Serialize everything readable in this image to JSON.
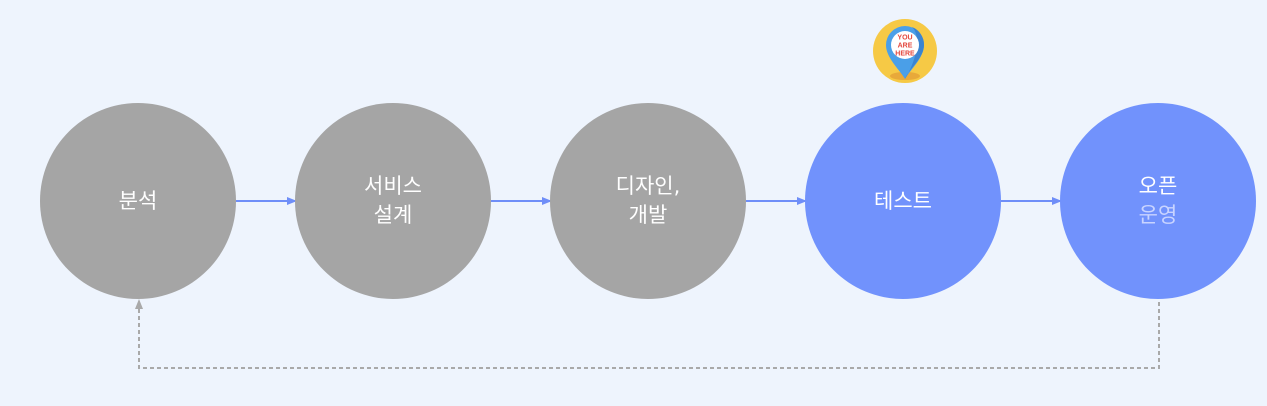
{
  "stages": [
    {
      "line1": "분석",
      "line2": ""
    },
    {
      "line1": "서비스",
      "line2": "설계"
    },
    {
      "line1": "디자인,",
      "line2": "개발"
    },
    {
      "line1": "테스트",
      "line2": ""
    },
    {
      "line1": "오픈",
      "line2": "운영"
    }
  ],
  "marker": {
    "text": [
      "YOU",
      "ARE",
      "HERE"
    ]
  },
  "colors": {
    "background": "#eef4fd",
    "completed_stage": "#a5a5a5",
    "upcoming_stage": "#7192fc",
    "arrow": "#6f8ef8",
    "loop_line": "#a9a9a9",
    "marker_badge": "#f6c945",
    "marker_pin": "#4a9fe8"
  }
}
